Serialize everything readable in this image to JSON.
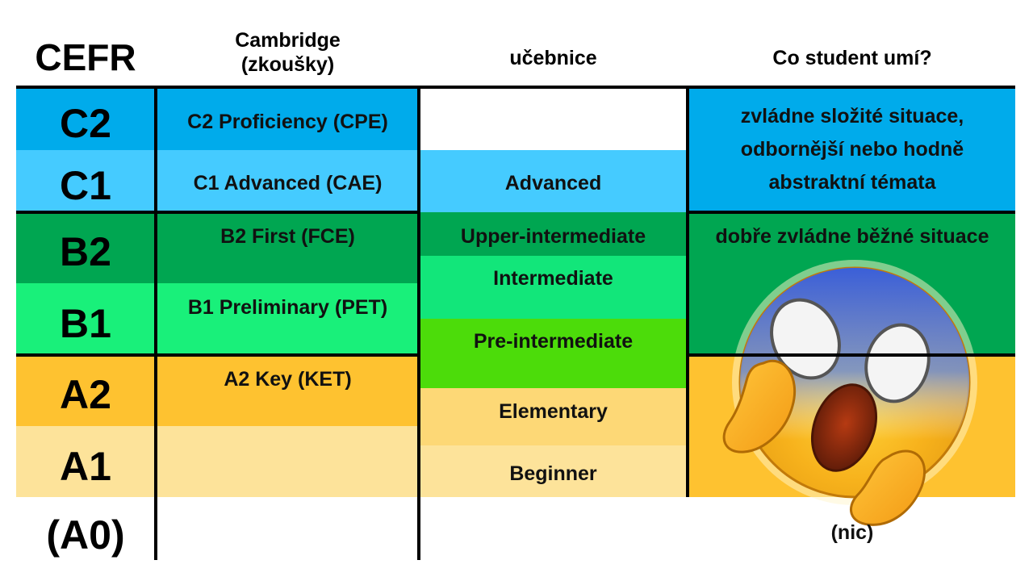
{
  "headers": {
    "cefr": "CEFR",
    "cambridge": "Cambridge",
    "cambridge_sub": "(zkoušky)",
    "textbooks": "učebnice",
    "student": "Co student umí?"
  },
  "levels": [
    "C2",
    "C1",
    "B2",
    "B1",
    "A2",
    "A1",
    "(A0)"
  ],
  "cambridge_exams": {
    "c2": "C2 Proficiency (CPE)",
    "c1": "C1 Advanced (CAE)",
    "b2": "B2 First (FCE)",
    "b1": "B1 Preliminary (PET)",
    "a2": "A2 Key (KET)"
  },
  "textbooks": {
    "advanced": "Advanced",
    "upper": "Upper-intermediate",
    "intermediate": "Intermediate",
    "pre": "Pre-intermediate",
    "elementary": "Elementary",
    "beginner": "Beginner"
  },
  "abilities": {
    "c_line1": "zvládne složité situace,",
    "c_line2": "odbornější nebo hodně",
    "c_line3": "abstraktní témata",
    "b": "dobře zvládne běžné situace",
    "a0": "(nic)"
  },
  "colors": {
    "c2": "#00abeb",
    "c1": "#45cbff",
    "b2": "#00a651",
    "b1": "#19f07a",
    "a2": "#fec230",
    "a1": "#fde39a",
    "intermediate": "#12e67a",
    "pre_intermediate": "#4cdc0a",
    "elementary": "#fdd876",
    "beginner": "#fde39a",
    "lines": "#000000"
  },
  "emoji": "face-screaming-in-fear"
}
